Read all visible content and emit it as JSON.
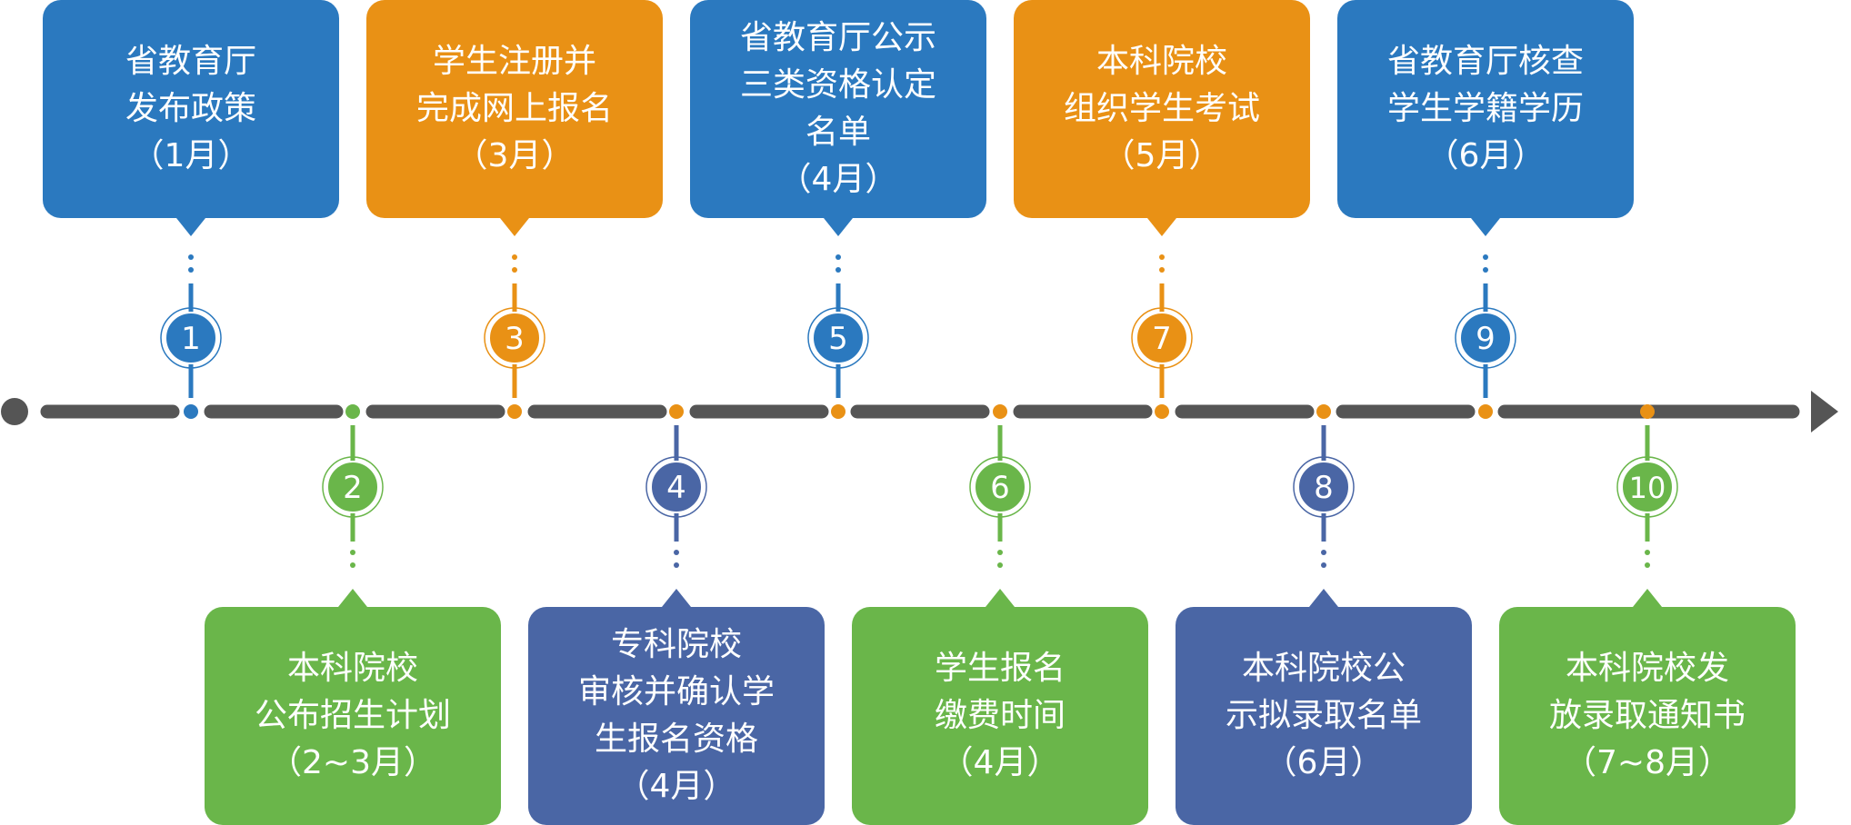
{
  "colors": {
    "blue": "#2b79bf",
    "orange": "#e99115",
    "green": "#6ab64a",
    "navy": "#4a66a5",
    "axis": "#555555"
  },
  "steps": [
    {
      "number": "1",
      "title_lines": [
        "省教育厅",
        "发布政策"
      ],
      "date": "（1月）",
      "color": "#2b79bf",
      "side": "top"
    },
    {
      "number": "2",
      "title_lines": [
        "本科院校",
        "公布招生计划"
      ],
      "date": "（2~3月）",
      "color": "#6ab64a",
      "side": "bottom"
    },
    {
      "number": "3",
      "title_lines": [
        "学生注册并",
        "完成网上报名"
      ],
      "date": "（3月）",
      "color": "#e99115",
      "side": "top"
    },
    {
      "number": "4",
      "title_lines": [
        "专科院校",
        "审核并确认学",
        "生报名资格"
      ],
      "date": "（4月）",
      "color": "#4a66a5",
      "side": "bottom"
    },
    {
      "number": "5",
      "title_lines": [
        "省教育厅公示",
        "三类资格认定",
        "名单"
      ],
      "date": "（4月）",
      "color": "#2b79bf",
      "side": "top"
    },
    {
      "number": "6",
      "title_lines": [
        "学生报名",
        "缴费时间"
      ],
      "date": "（4月）",
      "color": "#6ab64a",
      "side": "bottom"
    },
    {
      "number": "7",
      "title_lines": [
        "本科院校",
        "组织学生考试"
      ],
      "date": "（5月）",
      "color": "#e99115",
      "side": "top"
    },
    {
      "number": "8",
      "title_lines": [
        "本科院校公",
        "示拟录取名单"
      ],
      "date": "（6月）",
      "color": "#4a66a5",
      "side": "bottom"
    },
    {
      "number": "9",
      "title_lines": [
        "省教育厅核查",
        "学生学籍学历"
      ],
      "date": "（6月）",
      "color": "#2b79bf",
      "side": "top"
    },
    {
      "number": "10",
      "title_lines": [
        "本科院校发",
        "放录取通知书"
      ],
      "date": "（7~8月）",
      "color": "#6ab64a",
      "side": "bottom"
    }
  ]
}
